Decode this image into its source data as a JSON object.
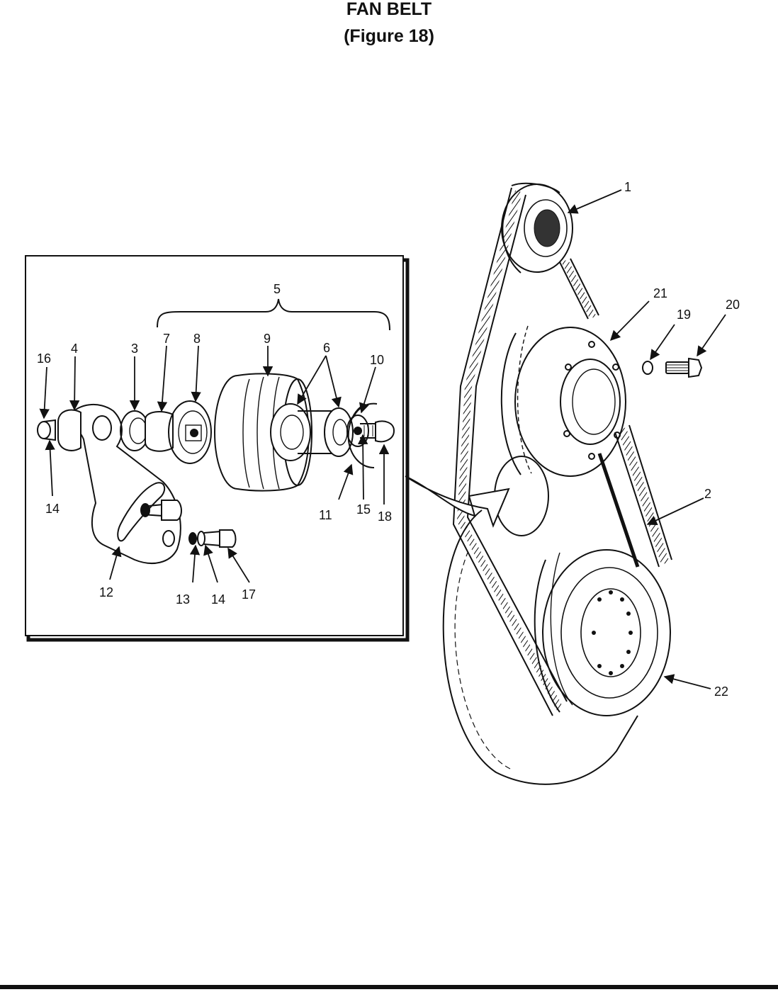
{
  "header": {
    "title": "FAN BELT",
    "subtitle": "(Figure 18)"
  },
  "callouts": {
    "c1": "1",
    "c2": "2",
    "c3": "3",
    "c4": "4",
    "c5": "5",
    "c6": "6",
    "c7": "7",
    "c8": "8",
    "c9": "9",
    "c10": "10",
    "c11": "11",
    "c12": "12",
    "c13": "13",
    "c14a": "14",
    "c14b": "14",
    "c15": "15",
    "c16": "16",
    "c17": "17",
    "c18": "18",
    "c19": "19",
    "c20": "20",
    "c21": "21",
    "c22": "22"
  },
  "colors": {
    "ink": "#111111",
    "paper": "#ffffff"
  }
}
